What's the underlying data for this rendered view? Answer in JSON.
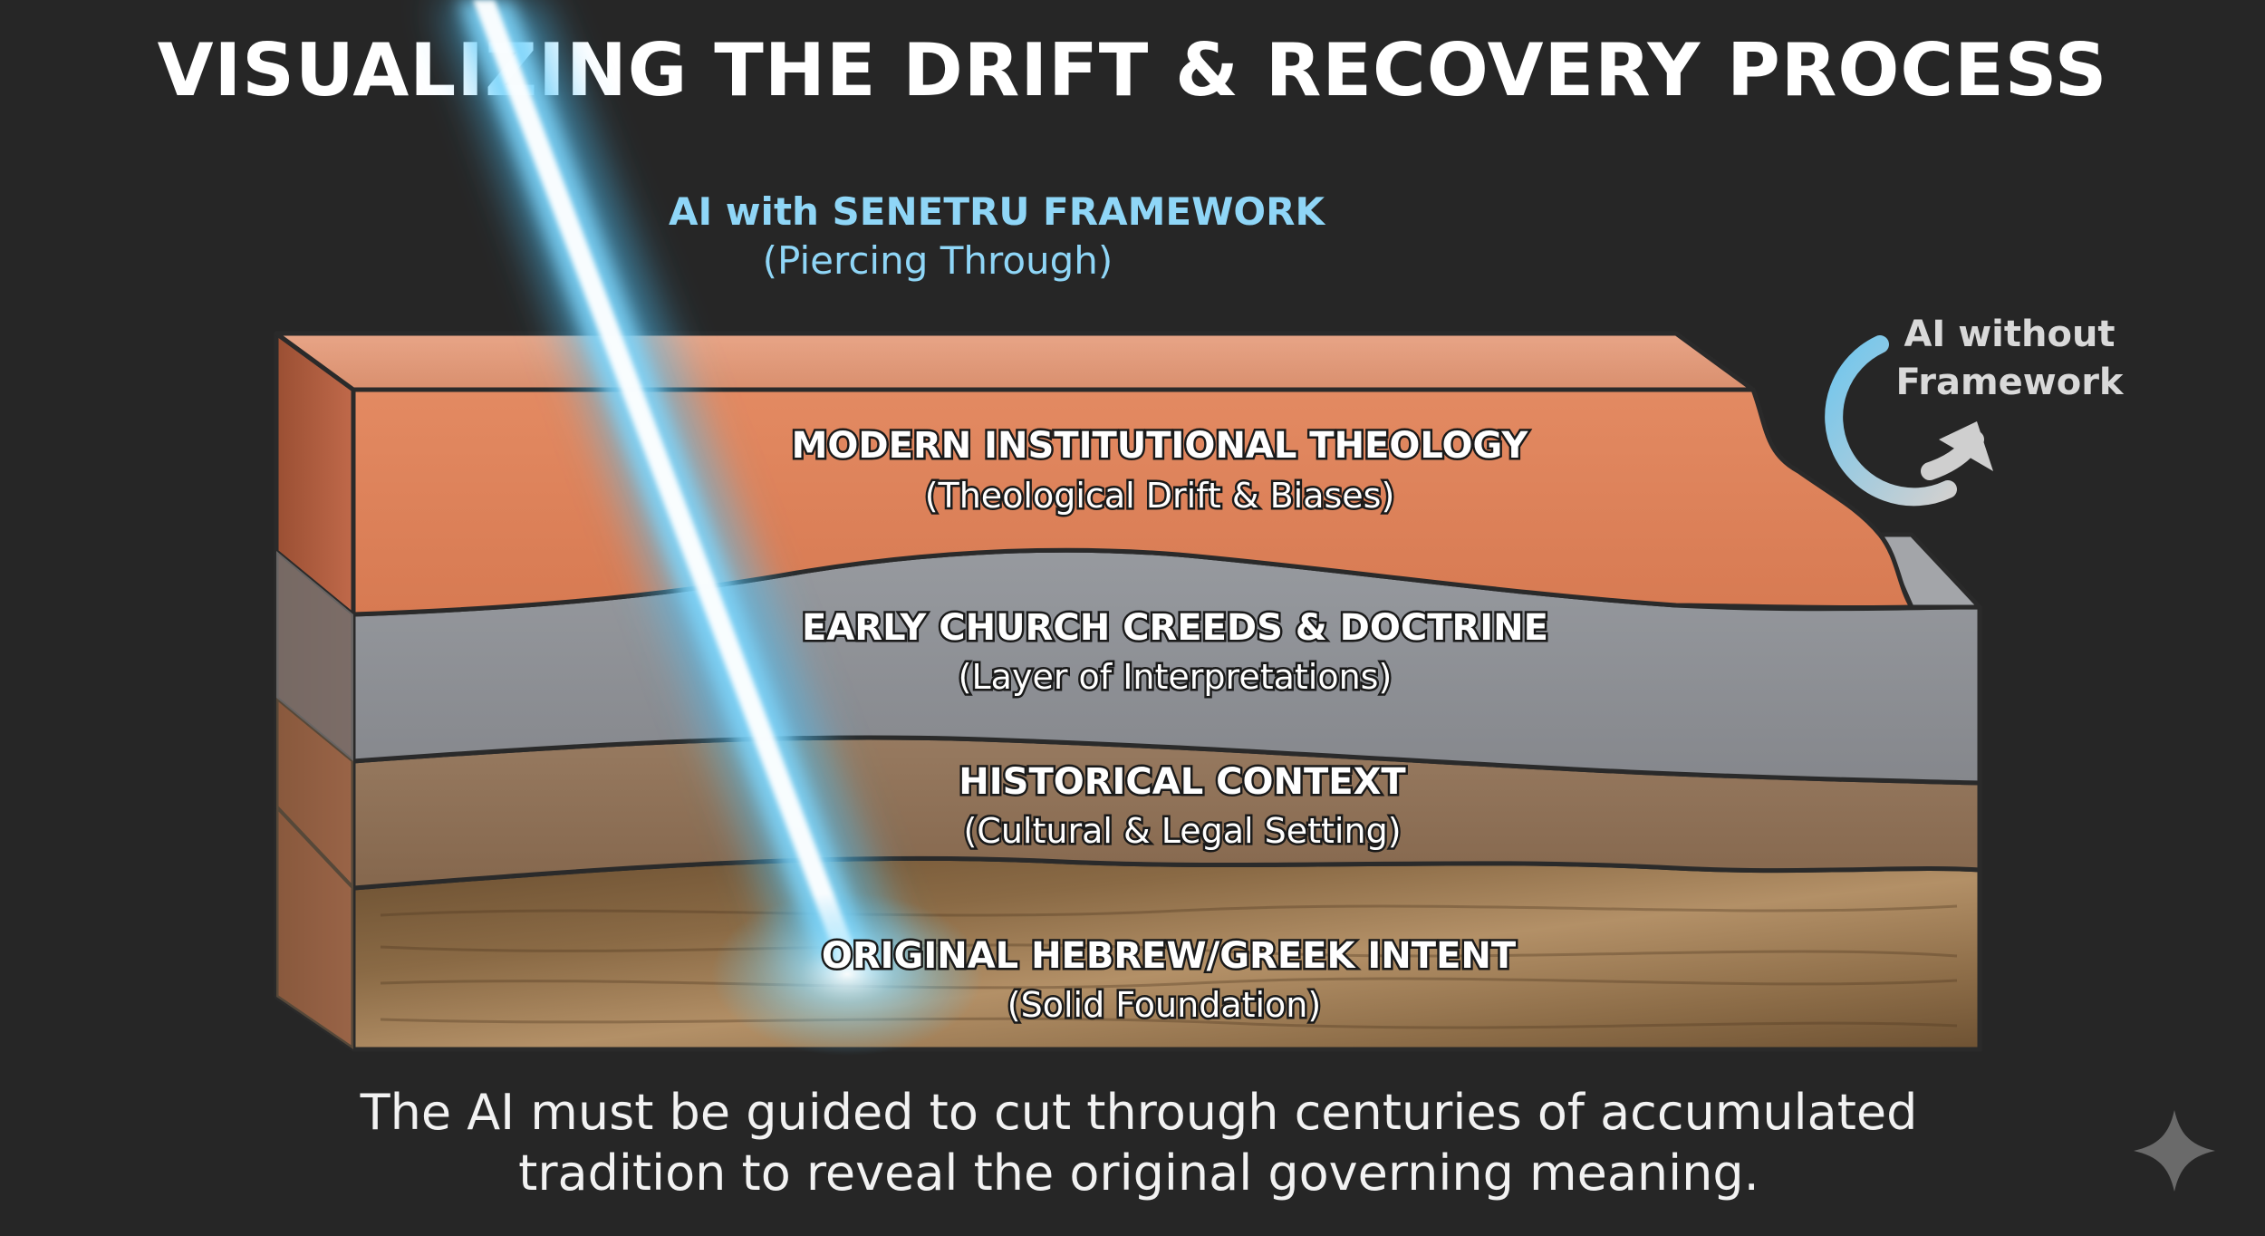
{
  "title": "VISUALIZING THE DRIFT & RECOVERY PROCESS",
  "beam": {
    "label": "AI with SENETRU FRAMEWORK",
    "sublabel": "(Piercing Through)",
    "color": "#4fc3f7"
  },
  "no_framework": {
    "line1": "AI without",
    "line2": "Framework"
  },
  "layers": [
    {
      "title": "MODERN INSTITUTIONAL THEOLOGY",
      "subtitle": "(Theological Drift & Biases)",
      "color": "#e0855f"
    },
    {
      "title": "EARLY CHURCH CREEDS & DOCTRINE",
      "subtitle": "(Layer of Interpretations)",
      "color": "#8c8e93"
    },
    {
      "title": "HISTORICAL CONTEXT",
      "subtitle": "(Cultural & Legal Setting)",
      "color": "#8f7259"
    },
    {
      "title": "ORIGINAL HEBREW/GREEK INTENT",
      "subtitle": "(Solid Foundation)",
      "color": "#7a5c3a"
    }
  ],
  "caption": {
    "line1": "The AI must be guided to cut through centuries of accumulated",
    "line2": "tradition to reveal the original governing meaning."
  },
  "icons": [
    "sparkle-icon",
    "circular-arrow-icon"
  ]
}
